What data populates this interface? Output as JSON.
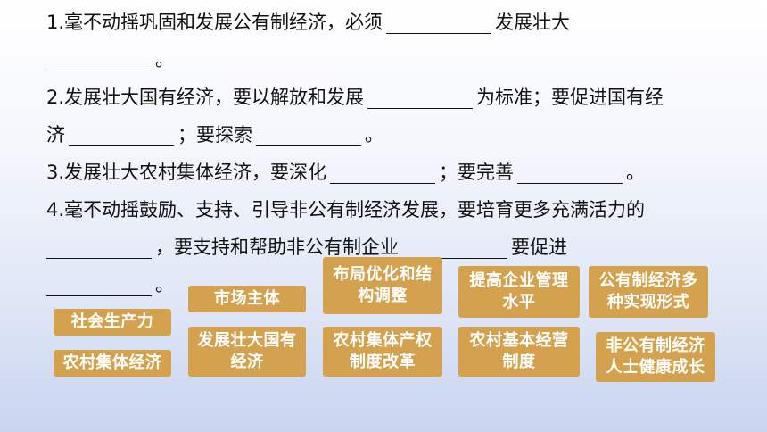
{
  "questions": {
    "q1": {
      "a": "1.毫不动摇巩固和发展公有制经济，必须",
      "b": "发展壮大",
      "c": "。"
    },
    "q2": {
      "a": "2.发展壮大国有经济，要以解放和发展",
      "b": "为标准；要促进国有经",
      "c": "济",
      "d": "；要探索",
      "e": "。"
    },
    "q3": {
      "a": "3.发展壮大农村集体经济，要深化",
      "b": "；要完善",
      "c": "。"
    },
    "q4": {
      "a": "4.毫不动摇鼓励、支持、引导非公有制经济发展，要培育更多充满活力的",
      "b": "，要支持和帮助非公有制企业",
      "c": "要促进",
      "d": "。"
    }
  },
  "cards": [
    {
      "label": "社会生产力"
    },
    {
      "label": "农村集体经济"
    },
    {
      "label": "市场主体"
    },
    {
      "label": "发展壮大国有经济"
    },
    {
      "label": "布局优化和结构调整"
    },
    {
      "label": "农村集体产权制度改革"
    },
    {
      "label": "提高企业管理水平"
    },
    {
      "label": "农村基本经营制度"
    },
    {
      "label": "公有制经济多种实现形式"
    },
    {
      "label": "非公有制经济人士健康成长"
    }
  ]
}
